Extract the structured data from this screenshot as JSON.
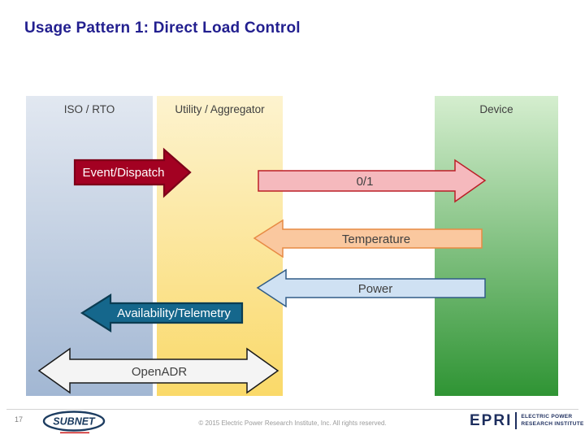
{
  "slide": {
    "title": "Usage Pattern 1: Direct Load Control",
    "title_color": "#221f8f",
    "background": "#ffffff"
  },
  "columns": [
    {
      "label": "ISO / RTO",
      "top_color": "#e2e8f1",
      "bottom_color": "#a2b7d3"
    },
    {
      "label": "Utility / Aggregator",
      "top_color": "#fdf3cf",
      "bottom_color": "#fad969"
    },
    {
      "label": "Device",
      "top_color": "#d5eecf",
      "bottom_color": "#2f9434"
    }
  ],
  "arrows": [
    {
      "label": "Event/Dispatch",
      "direction": "right",
      "from": "ISO / RTO",
      "to": "Utility / Aggregator",
      "fill": "#a30122",
      "stroke": "#7d0019",
      "label_color": "#ffffff"
    },
    {
      "label": "0/1",
      "direction": "right",
      "from": "Utility / Aggregator",
      "to": "Device",
      "fill": "#f5b9bd",
      "stroke": "#bb1f27",
      "label_color": "#404040"
    },
    {
      "label": "Temperature",
      "direction": "left",
      "from": "Device",
      "to": "Utility / Aggregator",
      "fill": "#fac89f",
      "stroke": "#e78a44",
      "label_color": "#404040"
    },
    {
      "label": "Power",
      "direction": "left",
      "from": "Device",
      "to": "Utility / Aggregator",
      "fill": "#cfe1f3",
      "stroke": "#305c87",
      "label_color": "#404040"
    },
    {
      "label": "Availability/Telemetry",
      "direction": "left",
      "from": "Utility / Aggregator",
      "to": "ISO / RTO",
      "fill": "#15678c",
      "stroke": "#0b3c52",
      "label_color": "#ffffff"
    },
    {
      "label": "OpenADR",
      "direction": "both",
      "from": "ISO / RTO",
      "to": "Utility / Aggregator",
      "fill": "#f4f4f4",
      "stroke": "#1a1a1a",
      "label_color": "#404040"
    }
  ],
  "footer": {
    "page_number": "17",
    "copyright": "© 2015 Electric Power Research Institute, Inc. All rights reserved.",
    "subnet": {
      "wordmark": "SUBNET",
      "color": "#1c3c60",
      "accent": "#cc2222"
    },
    "epri": {
      "wordmark": "EPRI",
      "line1": "ELECTRIC POWER",
      "line2": "RESEARCH INSTITUTE",
      "color": "#1d2e5e"
    }
  }
}
